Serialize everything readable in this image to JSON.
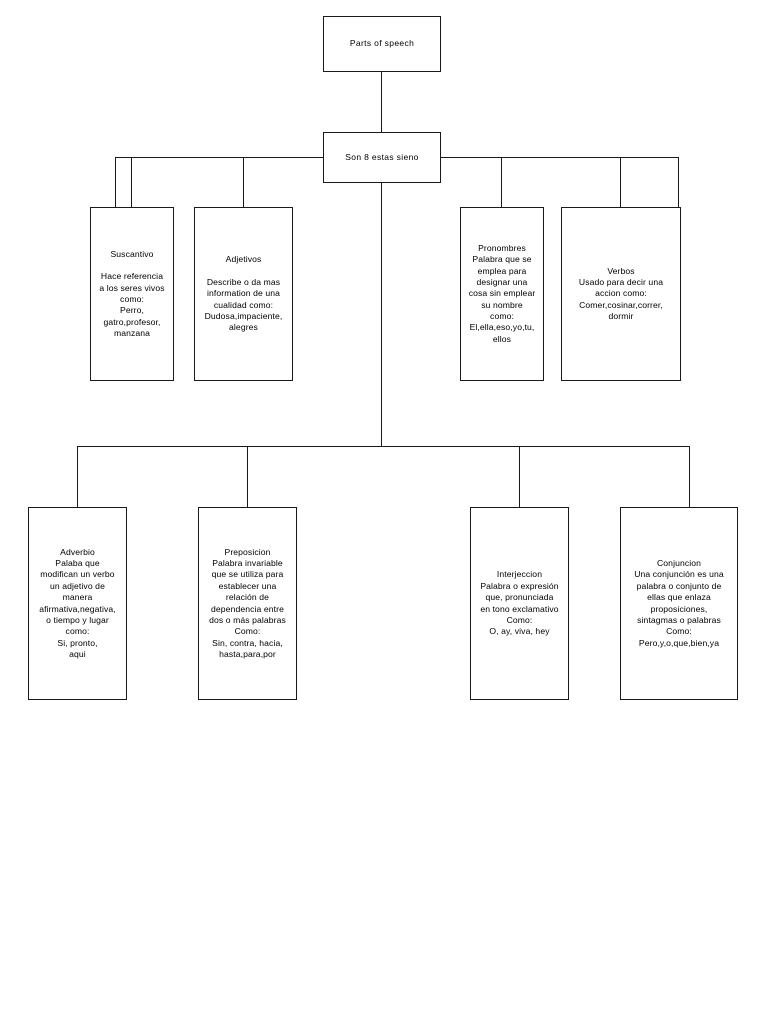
{
  "diagram": {
    "title": "Parts of speech concept map",
    "root": {
      "id": "parts-of-speech",
      "label": "Parts of speech"
    },
    "hub": {
      "id": "son-8-estas-sieno",
      "label": "Son 8 estas sieno"
    },
    "nodes_top": [
      {
        "id": "suscantivo",
        "title": "Suscantivo",
        "text": "Suscantivo\n\nHace referencia\na los seres vivos\ncomo:\nPerro,\ngatro,profesor,\nmanzana"
      },
      {
        "id": "adjetivos",
        "title": "Adjetivos",
        "text": "Adjetivos\n\nDescribe o da mas\ninformation de una\ncualidad como:\nDudosa,impaciente,\nalegres"
      },
      {
        "id": "pronombres",
        "title": "Pronombres",
        "text": "Pronombres\nPalabra que se\nemplea para\ndesignar una\ncosa sin emplear\nsu nombre\ncomo:\nEl,ella,eso,yo,tu,\nellos"
      },
      {
        "id": "verbos",
        "title": "Verbos",
        "text": "Verbos\nUsado para decir una\naccion como:\nComer,cosinar,correr,\ndormir"
      }
    ],
    "nodes_bottom": [
      {
        "id": "adverbio",
        "title": "Adverbio",
        "text": "Adverbio\nPalaba que\nmodifican un verbo\nun adjetivo de\nmanera\nafirmativa,negativa,\no tiempo y lugar\ncomo:\nSi, pronto,\naqui"
      },
      {
        "id": "preposicion",
        "title": "Preposicion",
        "text": "Preposicion\nPalabra invariable\nque se utiliza para\nestablecer una\nrelación de\ndependencia entre\ndos o más palabras\nComo:\nSin, contra, hacia,\nhasta,para,por"
      },
      {
        "id": "interjeccion",
        "title": "Interjeccion",
        "text": "Interjeccion\nPalabra o expresión\nque, pronunciada\nen tono exclamativo\nComo:\nO, ay, viva, hey"
      },
      {
        "id": "conjuncion",
        "title": "Conjuncion",
        "text": "Conjuncion\nUna conjunción es una\npalabra o conjunto de\nellas que enlaza\nproposiciones,\nsintagmas o palabras\nComo:\nPero,y,o,que,bien,ya"
      }
    ],
    "colors": {
      "background": "#ffffff",
      "stroke": "#1a1a1a",
      "text": "#000000"
    }
  }
}
